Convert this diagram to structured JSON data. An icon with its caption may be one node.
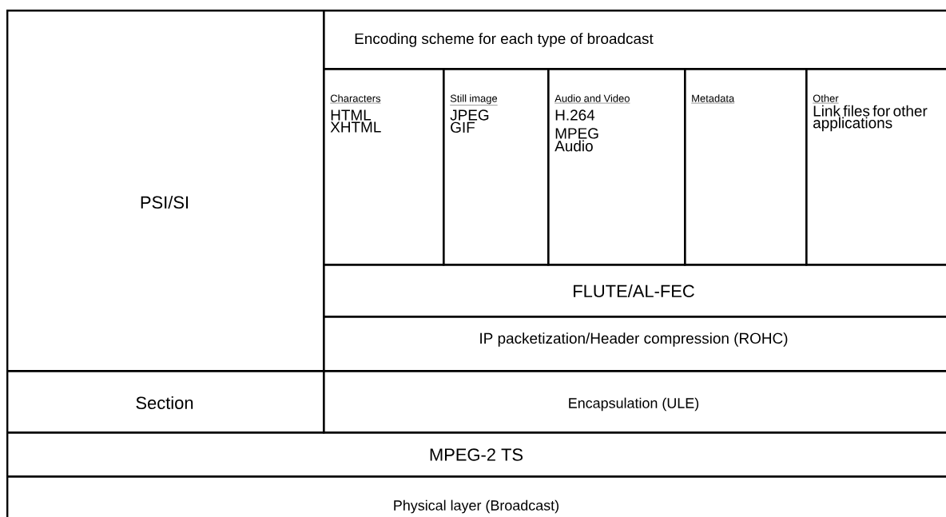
{
  "diagram": {
    "nodes": [
      {
        "text": [
          "PSI/SI"
        ]
      },
      {
        "text": [
          "Encoding scheme for each type of broadcast"
        ]
      },
      {
        "text": [
          "Characters",
          "HTML",
          "XHTML"
        ]
      },
      {
        "text": [
          "Still image",
          "JPEG",
          "GIF"
        ]
      },
      {
        "text": [
          "Audio and Video",
          "H.264",
          "MPEG",
          "Audio"
        ]
      },
      {
        "text": [
          "Metadata"
        ]
      },
      {
        "text": [
          "Other",
          "Link files for other applications"
        ]
      },
      {
        "text": [
          "FLUTE/AL-FEC"
        ]
      },
      {
        "text": [
          "IP packetization/Header compression (ROHC)"
        ]
      },
      {
        "text": [
          "Section"
        ]
      },
      {
        "text": [
          "Encapsulation (ULE)"
        ]
      },
      {
        "text": [
          "MPEG-2 TS"
        ]
      },
      {
        "text": [
          "Physical layer (Broadcast)"
        ]
      }
    ]
  }
}
